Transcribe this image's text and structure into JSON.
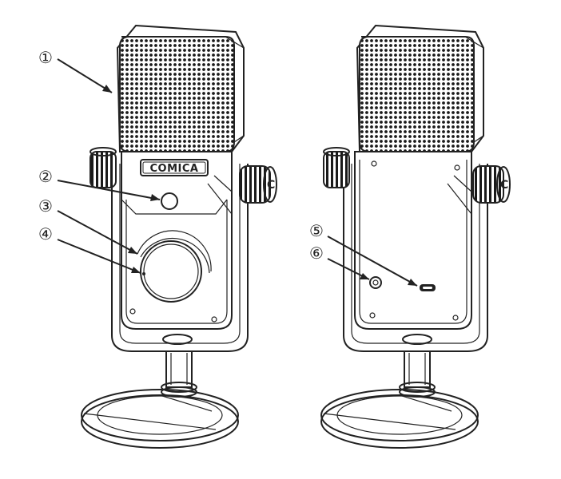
{
  "brand": {
    "logo_text": "COMICA"
  },
  "callouts": {
    "c1": "①",
    "c2": "②",
    "c3": "③",
    "c4": "④",
    "c5": "⑤",
    "c6": "⑥"
  },
  "colors": {
    "line": "#222222",
    "grille": "#1a1a1a",
    "background": "#ffffff"
  }
}
